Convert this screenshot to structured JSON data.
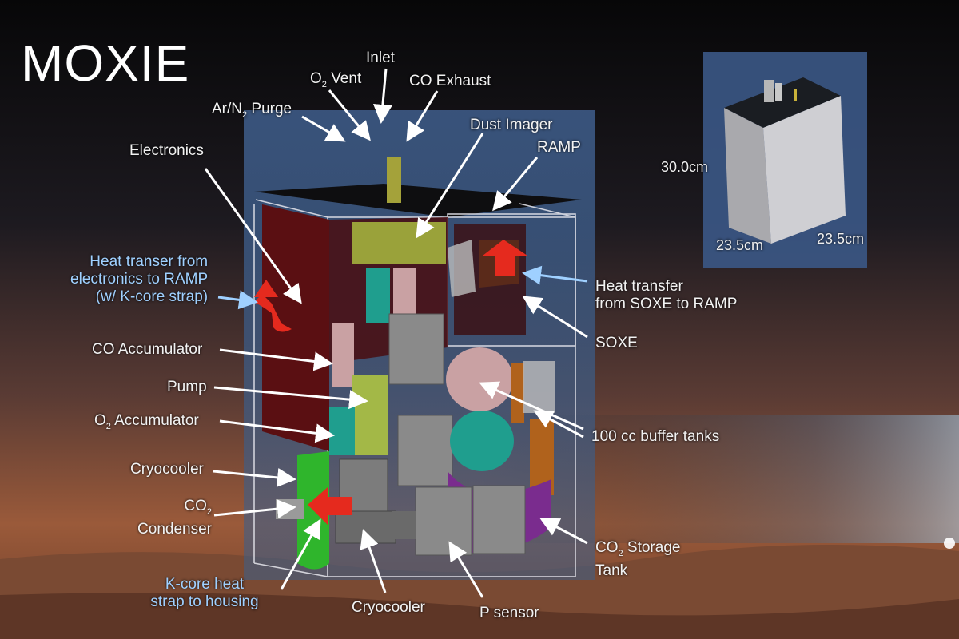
{
  "title": "MOXIE",
  "labels": {
    "inlet": "Inlet",
    "o2_vent": "Vent",
    "co_exhaust": "CO Exhaust",
    "ar_n2_purge": "Purge",
    "dust_imager": "Dust Imager",
    "ramp": "RAMP",
    "electronics": "Electronics",
    "heat_transfer_electronics": [
      "Heat transer from",
      "electronics to RAMP",
      "(w/ K-core strap)"
    ],
    "heat_transfer_soxe": [
      "Heat transfer",
      "from SOXE to RAMP"
    ],
    "soxe": "SOXE",
    "co_accumulator": "CO Accumulator",
    "pump": "Pump",
    "o2_accumulator": "Accumulator",
    "buffer_tanks": "100 cc buffer tanks",
    "cryocooler_left": "Cryocooler",
    "co2_condenser_line1": "CO",
    "co2_condenser_line2": "Condenser",
    "co2_storage_line1": "Storage",
    "co2_storage_line2": "Tank",
    "kcore_strap": [
      "K-core heat",
      "strap to housing"
    ],
    "cryocooler_bottom": "Cryocooler",
    "p_sensor": "P sensor"
  },
  "inset": {
    "height": "30.0cm",
    "width": "23.5cm",
    "depth": "23.5cm"
  },
  "colors": {
    "panel": "#3f5b87",
    "electronics": "#5a0f12",
    "heat_arrow": "#e52a1e",
    "teal": "#1f9e8e",
    "olive": "#9aa23a",
    "green": "#33b52c",
    "purple": "#7a2c8e",
    "pink": "#c9a1a3"
  }
}
